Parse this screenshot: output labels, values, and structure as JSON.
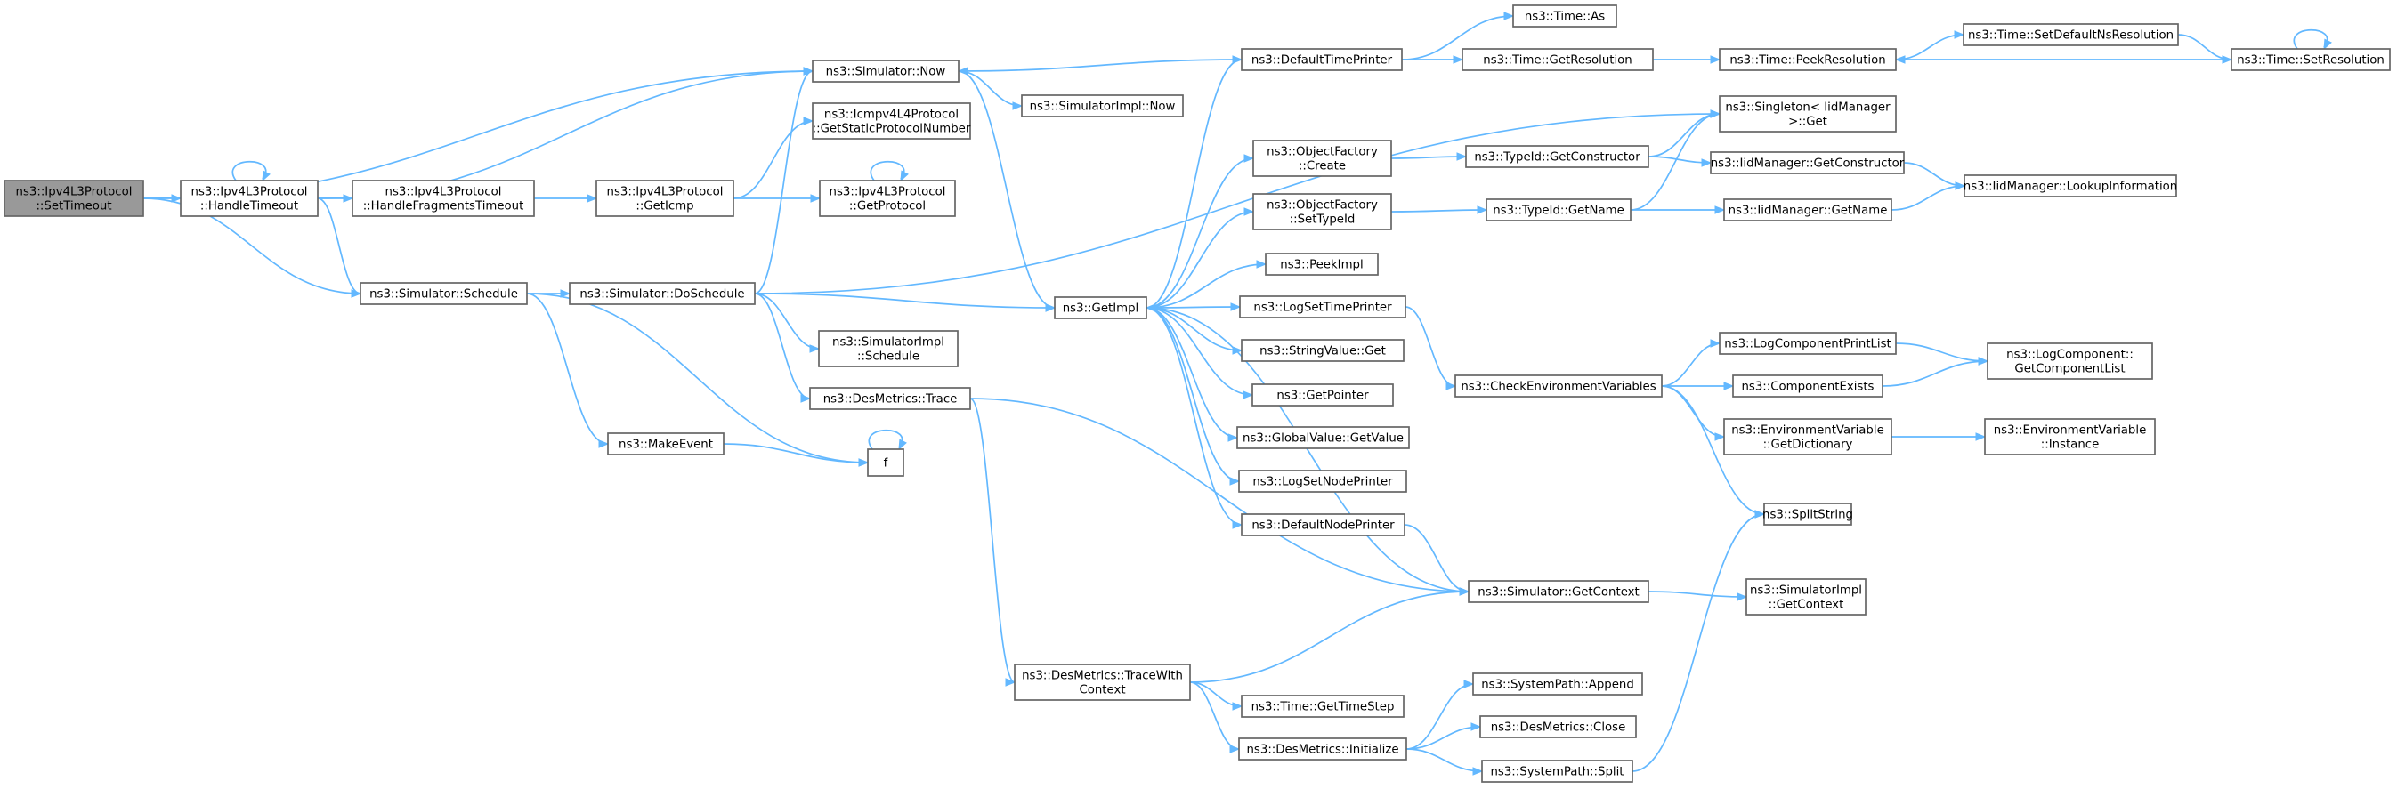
{
  "nodes": [
    {
      "id": "n0",
      "lines": [
        "ns3::Ipv4L3Protocol",
        "::SetTimeout"
      ],
      "root": true
    },
    {
      "id": "n1",
      "lines": [
        "ns3::Ipv4L3Protocol",
        "::HandleTimeout"
      ]
    },
    {
      "id": "n2",
      "lines": [
        "ns3::Simulator::Now"
      ]
    },
    {
      "id": "n3",
      "lines": [
        "ns3::Simulator::Schedule"
      ]
    },
    {
      "id": "n4",
      "lines": [
        "ns3::Ipv4L3Protocol",
        "::HandleFragmentsTimeout"
      ]
    },
    {
      "id": "n5",
      "lines": [
        "ns3::Ipv4L3Protocol",
        "::GetIcmp"
      ]
    },
    {
      "id": "n6",
      "lines": [
        "ns3::Icmpv4L4Protocol",
        "::GetStaticProtocolNumber"
      ]
    },
    {
      "id": "n7",
      "lines": [
        "ns3::Ipv4L3Protocol",
        "::GetProtocol"
      ]
    },
    {
      "id": "n8",
      "lines": [
        "ns3::SimulatorImpl::Now"
      ]
    },
    {
      "id": "n9",
      "lines": [
        "ns3::GetImpl"
      ]
    },
    {
      "id": "n10",
      "lines": [
        "ns3::Simulator::DoSchedule"
      ]
    },
    {
      "id": "n11",
      "lines": [
        "ns3::SimulatorImpl",
        "::Schedule"
      ]
    },
    {
      "id": "n12",
      "lines": [
        "ns3::DesMetrics::Trace"
      ]
    },
    {
      "id": "n13",
      "lines": [
        "ns3::MakeEvent"
      ]
    },
    {
      "id": "n14",
      "lines": [
        "f"
      ]
    },
    {
      "id": "n15",
      "lines": [
        "ns3::DesMetrics::TraceWith",
        "Context"
      ]
    },
    {
      "id": "n16",
      "lines": [
        "ns3::DefaultTimePrinter"
      ]
    },
    {
      "id": "n17",
      "lines": [
        "ns3::ObjectFactory",
        "::Create"
      ]
    },
    {
      "id": "n18",
      "lines": [
        "ns3::ObjectFactory",
        "::SetTypeId"
      ]
    },
    {
      "id": "n19",
      "lines": [
        "ns3::PeekImpl"
      ]
    },
    {
      "id": "n20",
      "lines": [
        "ns3::LogSetTimePrinter"
      ]
    },
    {
      "id": "n21",
      "lines": [
        "ns3::StringValue::Get"
      ]
    },
    {
      "id": "n22",
      "lines": [
        "ns3::GetPointer"
      ]
    },
    {
      "id": "n23",
      "lines": [
        "ns3::GlobalValue::GetValue"
      ]
    },
    {
      "id": "n24",
      "lines": [
        "ns3::LogSetNodePrinter"
      ]
    },
    {
      "id": "n25",
      "lines": [
        "ns3::DefaultNodePrinter"
      ]
    },
    {
      "id": "n26",
      "lines": [
        "ns3::Time::GetTimeStep"
      ]
    },
    {
      "id": "n27",
      "lines": [
        "ns3::DesMetrics::Initialize"
      ]
    },
    {
      "id": "n28",
      "lines": [
        "ns3::Time::As"
      ]
    },
    {
      "id": "n29",
      "lines": [
        "ns3::Time::GetResolution"
      ]
    },
    {
      "id": "n30",
      "lines": [
        "ns3::TypeId::GetConstructor"
      ]
    },
    {
      "id": "n31",
      "lines": [
        "ns3::TypeId::GetName"
      ]
    },
    {
      "id": "n32",
      "lines": [
        "ns3::CheckEnvironmentVariables"
      ]
    },
    {
      "id": "n33",
      "lines": [
        "ns3::Simulator::GetContext"
      ]
    },
    {
      "id": "n34",
      "lines": [
        "ns3::SystemPath::Append"
      ]
    },
    {
      "id": "n35",
      "lines": [
        "ns3::DesMetrics::Close"
      ]
    },
    {
      "id": "n36",
      "lines": [
        "ns3::SystemPath::Split"
      ]
    },
    {
      "id": "n37",
      "lines": [
        "ns3::Time::PeekResolution"
      ]
    },
    {
      "id": "n38",
      "lines": [
        "ns3::Singleton< IidManager",
        " >::Get"
      ]
    },
    {
      "id": "n39",
      "lines": [
        "ns3::IidManager::GetConstructor"
      ]
    },
    {
      "id": "n40",
      "lines": [
        "ns3::IidManager::GetName"
      ]
    },
    {
      "id": "n41",
      "lines": [
        "ns3::LogComponentPrintList"
      ]
    },
    {
      "id": "n42",
      "lines": [
        "ns3::ComponentExists"
      ]
    },
    {
      "id": "n43",
      "lines": [
        "ns3::EnvironmentVariable",
        "::GetDictionary"
      ]
    },
    {
      "id": "n44",
      "lines": [
        "ns3::SplitString"
      ]
    },
    {
      "id": "n45",
      "lines": [
        "ns3::SimulatorImpl",
        "::GetContext"
      ]
    },
    {
      "id": "n46",
      "lines": [
        "ns3::Time::SetDefaultNsResolution"
      ]
    },
    {
      "id": "n47",
      "lines": [
        "ns3::Time::SetResolution"
      ]
    },
    {
      "id": "n48",
      "lines": [
        "ns3::IidManager::LookupInformation"
      ]
    },
    {
      "id": "n49",
      "lines": [
        "ns3::LogComponent::",
        "GetComponentList"
      ]
    },
    {
      "id": "n50",
      "lines": [
        "ns3::EnvironmentVariable",
        "::Instance"
      ]
    }
  ],
  "edges": [
    [
      "n0",
      "n1"
    ],
    [
      "n0",
      "n2"
    ],
    [
      "n0",
      "n3"
    ],
    [
      "n1",
      "n1"
    ],
    [
      "n1",
      "n2"
    ],
    [
      "n1",
      "n3"
    ],
    [
      "n1",
      "n4"
    ],
    [
      "n4",
      "n5"
    ],
    [
      "n5",
      "n6"
    ],
    [
      "n5",
      "n7"
    ],
    [
      "n7",
      "n7"
    ],
    [
      "n2",
      "n8"
    ],
    [
      "n2",
      "n9"
    ],
    [
      "n3",
      "n10"
    ],
    [
      "n3",
      "n13"
    ],
    [
      "n3",
      "n14"
    ],
    [
      "n10",
      "n2"
    ],
    [
      "n10",
      "n38"
    ],
    [
      "n10",
      "n9"
    ],
    [
      "n10",
      "n11"
    ],
    [
      "n10",
      "n12"
    ],
    [
      "n12",
      "n33"
    ],
    [
      "n12",
      "n15"
    ],
    [
      "n13",
      "n14"
    ],
    [
      "n14",
      "n14"
    ],
    [
      "n15",
      "n33"
    ],
    [
      "n15",
      "n26"
    ],
    [
      "n15",
      "n27"
    ],
    [
      "n9",
      "n16"
    ],
    [
      "n9",
      "n17"
    ],
    [
      "n9",
      "n18"
    ],
    [
      "n9",
      "n19"
    ],
    [
      "n9",
      "n20"
    ],
    [
      "n9",
      "n21"
    ],
    [
      "n9",
      "n22"
    ],
    [
      "n9",
      "n23"
    ],
    [
      "n9",
      "n24"
    ],
    [
      "n9",
      "n25"
    ],
    [
      "n16",
      "n2"
    ],
    [
      "n16",
      "n28"
    ],
    [
      "n16",
      "n29"
    ],
    [
      "n29",
      "n37"
    ],
    [
      "n37",
      "n46"
    ],
    [
      "n46",
      "n47"
    ],
    [
      "n47",
      "n37"
    ],
    [
      "n47",
      "n47"
    ],
    [
      "n17",
      "n30"
    ],
    [
      "n30",
      "n38"
    ],
    [
      "n30",
      "n39"
    ],
    [
      "n39",
      "n48"
    ],
    [
      "n18",
      "n31"
    ],
    [
      "n31",
      "n38"
    ],
    [
      "n31",
      "n40"
    ],
    [
      "n40",
      "n48"
    ],
    [
      "n20",
      "n32"
    ],
    [
      "n32",
      "n41"
    ],
    [
      "n32",
      "n42"
    ],
    [
      "n32",
      "n43"
    ],
    [
      "n32",
      "n44"
    ],
    [
      "n41",
      "n49"
    ],
    [
      "n42",
      "n49"
    ],
    [
      "n43",
      "n50"
    ],
    [
      "n25",
      "n33"
    ],
    [
      "n33",
      "n9"
    ],
    [
      "n33",
      "n45"
    ],
    [
      "n27",
      "n34"
    ],
    [
      "n27",
      "n35"
    ],
    [
      "n27",
      "n36"
    ],
    [
      "n36",
      "n44"
    ]
  ]
}
